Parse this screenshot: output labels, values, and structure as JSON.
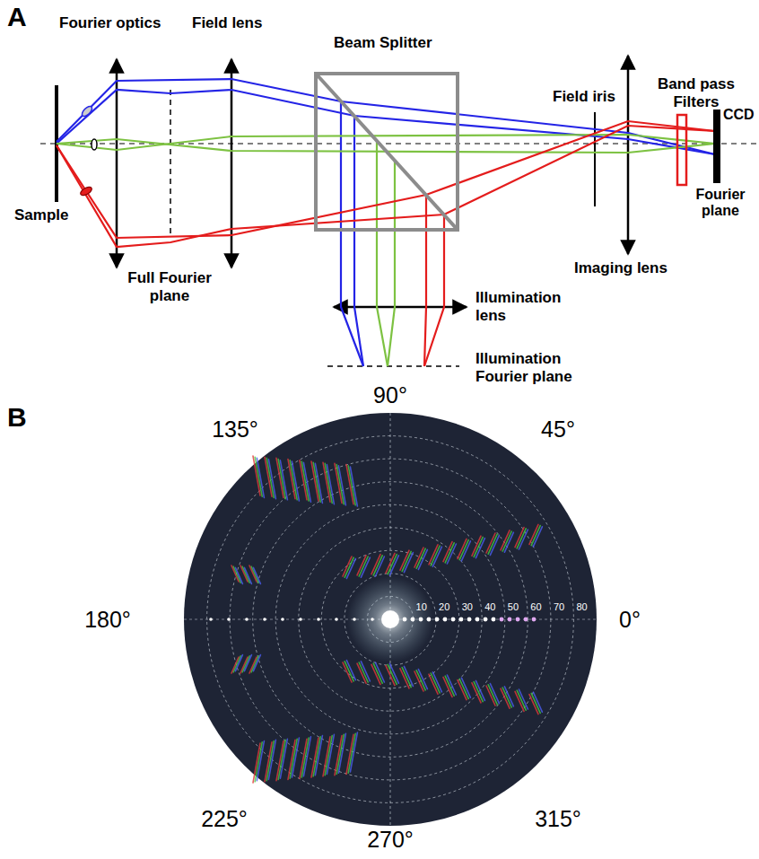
{
  "diagram": {
    "labels": [
      "A",
      "Fourier optics",
      "Field lens",
      "Beam Splitter",
      "Field iris",
      "Band pass Filters",
      "CCD",
      "Sample",
      "Full Fourier plane",
      "Fourier plane",
      "Imaging lens",
      "Illumination lens",
      "Illumination Fourier plane",
      "B",
      "90°",
      "135°",
      "45°",
      "180°",
      "0°",
      "10",
      "20",
      "30",
      "40",
      "50",
      "60",
      "70",
      "80",
      "225°",
      "315°",
      "270°"
    ]
  }
}
